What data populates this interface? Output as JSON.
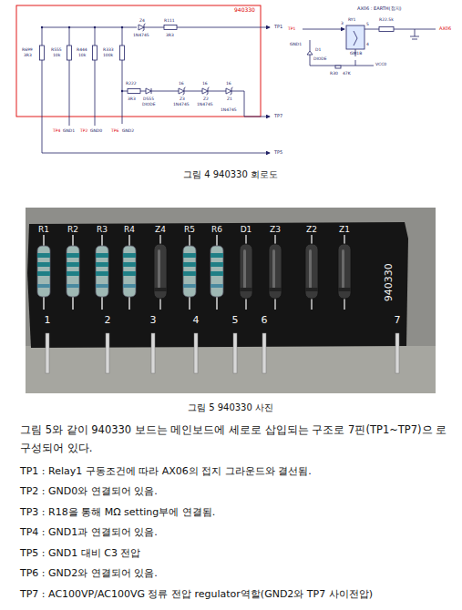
{
  "diagram": {
    "labels": [
      "940330",
      "R699",
      "3R3",
      "R555",
      "10k",
      "R444",
      "10k",
      "R333",
      "100k",
      "Z4",
      "1N4745",
      "R111",
      "3R3",
      "R222",
      "3R3",
      "D555",
      "DIODE",
      "16",
      "Z3",
      "1N4745",
      "16",
      "Z2",
      "1N4745",
      "16",
      "Z1",
      "1N4745",
      "TP1",
      "TP7",
      "TP5",
      "TP4",
      "GND1",
      "TP2",
      "GND0",
      "TP6",
      "GND2",
      "AX06 : EARTH(접지)",
      "RY1",
      "R22.5k",
      "AX06",
      "TP1",
      "GND1",
      "D1",
      "DIODE",
      "GM1B",
      "R30",
      "47K",
      "VCC0",
      "5",
      "4",
      "3",
      "그림 4 940330 회로도",
      "R1",
      "R2",
      "R3",
      "R4",
      "Z4",
      "R5",
      "R6",
      "D1",
      "Z3",
      "Z2",
      "Z1",
      "940330",
      "1",
      "2",
      "3",
      "4",
      "5",
      "6",
      "7",
      "그림 5 940330 사진",
      "그림 5와 같이 940330 보드는 메인보드에 세로로 삽입되는 구조로 7핀(TP1~TP7)으 로 구성되어 있다.",
      "TP1 : Relay1 구동조건에 따라 AX06의 접지 그라운드와 결선됨.",
      "TP2 : GND0와 연결되어 있음.",
      "TP3 : R18을 통해 MΩ setting부에 연결됨.",
      "TP4 : GND1과 연결되어 있음.",
      "TP5 : GND1 대비 C3 전압",
      "TP6 : GND2와 연결되어 있음.",
      "TP7 : AC100VP/AC100VG 정류 전압 regulator역할(GND2와 TP7 사이전압)"
    ]
  }
}
